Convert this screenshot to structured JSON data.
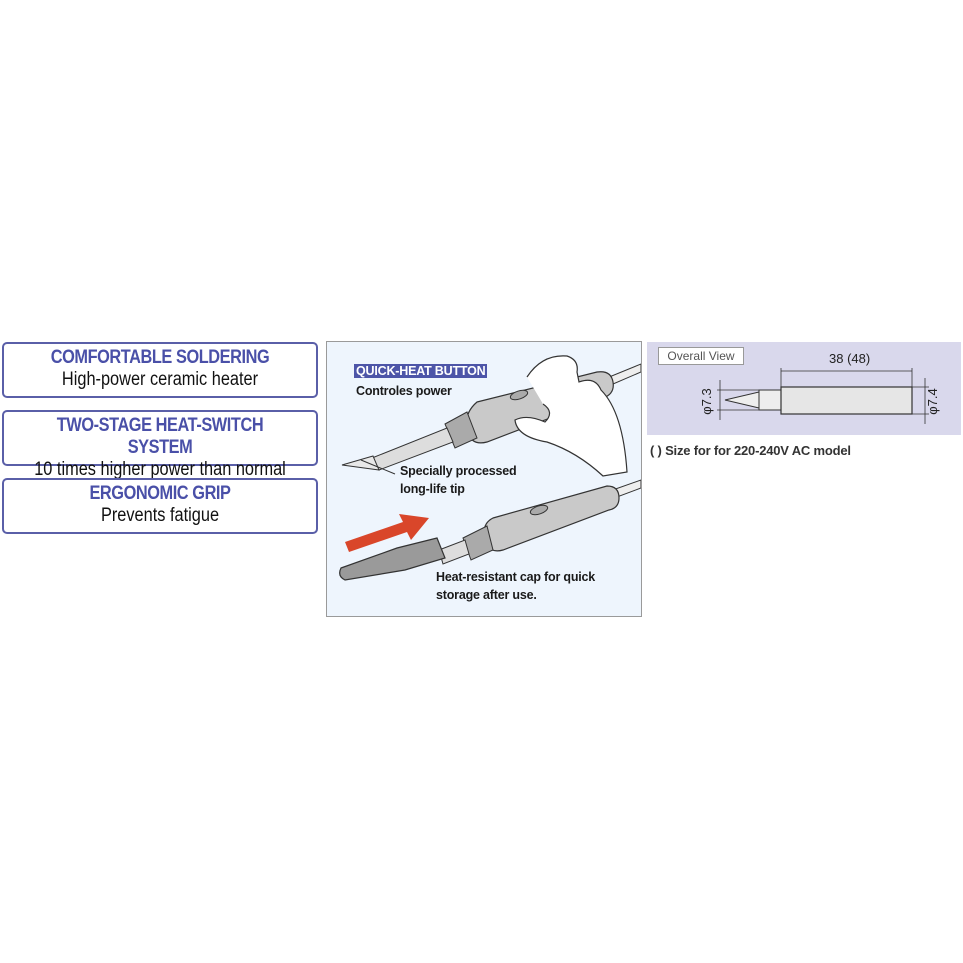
{
  "features": [
    {
      "title": "COMFORTABLE SOLDERING",
      "subtitle": "High-power ceramic heater"
    },
    {
      "title": "TWO-STAGE HEAT-SWITCH SYSTEM",
      "subtitle": "10 times higher power than normal"
    },
    {
      "title": "ERGONOMIC GRIP",
      "subtitle": "Prevents fatigue"
    }
  ],
  "illustration": {
    "quick_heat_label": "QUICK-HEAT BUTTON",
    "quick_heat_desc": "Controles power",
    "tip_label_line1": "Specially processed",
    "tip_label_line2": "long-life tip",
    "cap_label_line1": "Heat-resistant cap for quick",
    "cap_label_line2": "storage after use.",
    "arrow_color": "#d9462a"
  },
  "dimensions": {
    "view_label": "Overall View",
    "length_label": "38 (48)",
    "tip_diameter": "φ7.3",
    "body_diameter": "φ7.4",
    "note": "(  ) Size for for 220-240V AC model"
  },
  "colors": {
    "accent": "#4a50a8",
    "panel_bg": "#eef5fd",
    "dim_bg": "#d9d8ec"
  }
}
